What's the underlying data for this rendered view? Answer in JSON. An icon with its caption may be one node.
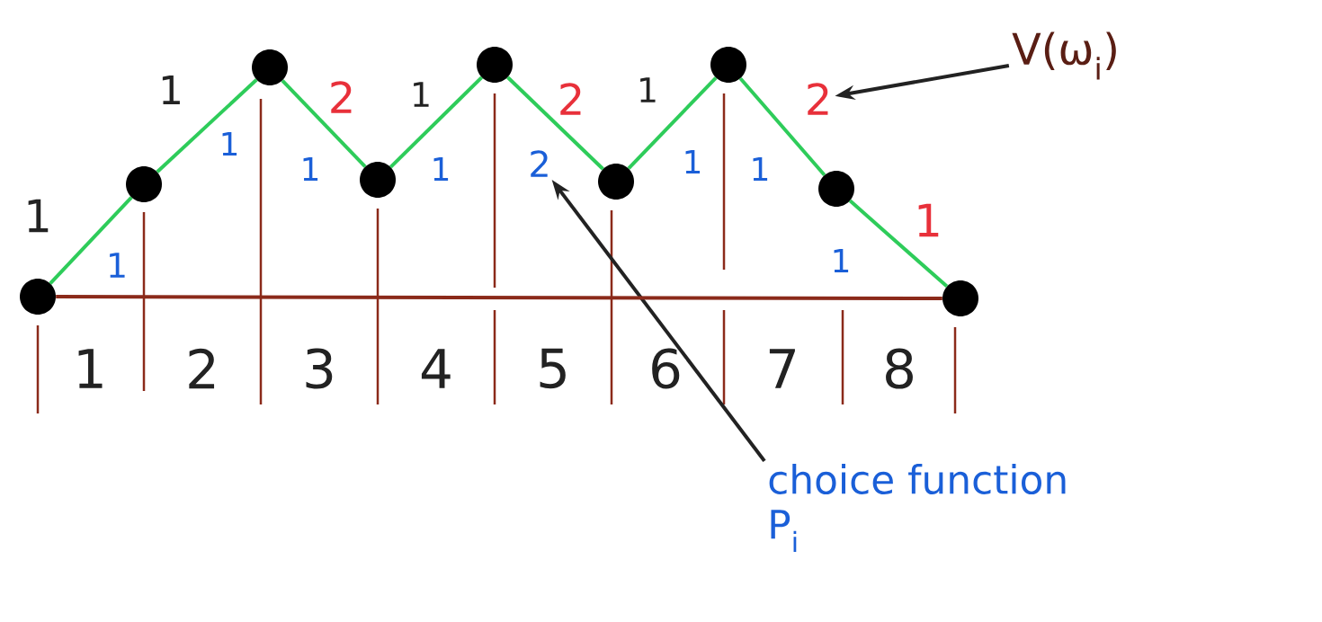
{
  "diagram": {
    "nodes": [
      {
        "text": [],
        "shape": "circle"
      },
      {
        "text": [],
        "shape": "circle"
      },
      {
        "text": [],
        "shape": "circle"
      },
      {
        "text": [],
        "shape": "circle"
      },
      {
        "text": [],
        "shape": "circle"
      },
      {
        "text": [],
        "shape": "circle"
      },
      {
        "text": [],
        "shape": "circle"
      },
      {
        "text": [],
        "shape": "circle"
      },
      {
        "text": [],
        "shape": "circle"
      },
      {
        "text": [
          "2"
        ]
      },
      {
        "text": [
          "2"
        ]
      },
      {
        "text": [
          "V(ω$_{i}$)"
        ]
      },
      {
        "text": [
          "choice function",
          "P$_{i}$"
        ]
      }
    ],
    "edges": [
      {
        "from": 0,
        "to": 1,
        "arrow": "none"
      },
      {
        "from": 1,
        "to": 2,
        "arrow": "none"
      },
      {
        "from": 2,
        "to": 3,
        "arrow": "none"
      },
      {
        "from": 3,
        "to": 4,
        "arrow": "none"
      },
      {
        "from": 4,
        "to": 5,
        "arrow": "none"
      },
      {
        "from": 5,
        "to": 6,
        "arrow": "none"
      },
      {
        "from": 6,
        "to": 7,
        "arrow": "none"
      },
      {
        "from": 7,
        "to": 8,
        "arrow": "none"
      },
      {
        "from": 11,
        "to": 9,
        "arrow": "to",
        "color": "#222222"
      },
      {
        "from": 12,
        "to": 10,
        "arrow": "to",
        "color": "#222222"
      },
      {
        "from": 0,
        "to": 8,
        "arrow": "none",
        "color": "#8b2a1a"
      }
    ],
    "labels": [
      "1",
      "2",
      "1",
      "2",
      "1",
      "1",
      "1",
      "1",
      "1",
      "1",
      "1",
      "1",
      "1",
      "1",
      "1",
      "2",
      "3",
      "4",
      "5",
      "6",
      "7",
      "8"
    ]
  }
}
